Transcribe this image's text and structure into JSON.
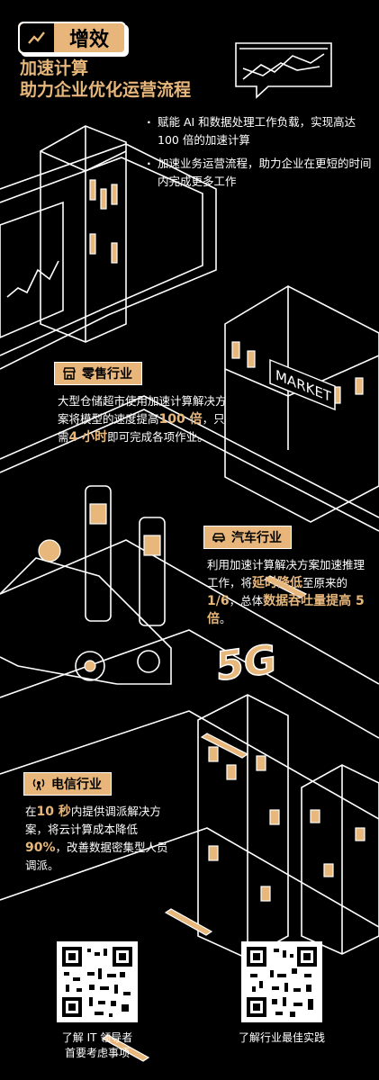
{
  "header": {
    "badge_label": "增效",
    "title_line1": "加速计算",
    "title_line2": "助力企业优化运营流程"
  },
  "bullets": [
    "赋能 AI 和数据处理工作负载，实现高达 100 倍的加速计算",
    "加速业务运营流程，助力企业在更短的时间内完成更多工作"
  ],
  "market_sign": "MARKET",
  "tower_label": "5G",
  "retail": {
    "tag": "零售行业",
    "pre": "大型仓储超市使用加速计算解决方案将模型的速度提高",
    "h1": "100 倍",
    "mid": "，只需",
    "h2": "4 小时",
    "post": "即可完成各项作业。"
  },
  "auto": {
    "tag": "汽车行业",
    "pre": "利用加速计算解决方案加速推理工作，将",
    "h1": "延时降低",
    "mid1": "至原来的",
    "h2": "1/6",
    "mid2": "，总体",
    "h3": "数据吞吐量提高 5 倍",
    "post": "。"
  },
  "telecom": {
    "tag": "电信行业",
    "pre": "在",
    "h1": "10 秒",
    "mid1": "内提供调派解决方案，将云计算成本降低",
    "h2": "90%",
    "post": "，改善数据密集型人员调派。"
  },
  "qr_codes": [
    {
      "caption_line1": "了解 IT 领导者",
      "caption_line2": "首要考虑事项"
    },
    {
      "caption_line1": "了解行业最佳实践",
      "caption_line2": ""
    }
  ],
  "colors": {
    "accent": "#e7b77c",
    "background": "#000000",
    "line": "#ffffff"
  }
}
